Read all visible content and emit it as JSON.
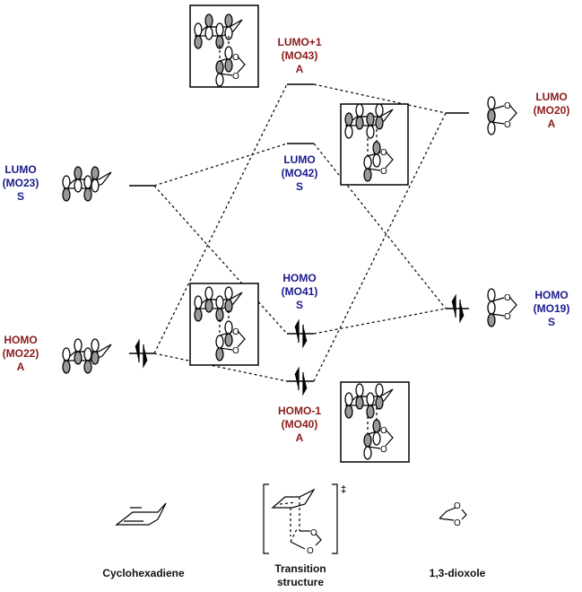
{
  "colors": {
    "antisymmetric": "#8b1a1a",
    "symmetric": "#1a1a8c"
  },
  "left": {
    "lumo": {
      "name": "LUMO",
      "mo": "(MO23)",
      "sym": "S"
    },
    "homo": {
      "name": "HOMO",
      "mo": "(MO22)",
      "sym": "A"
    }
  },
  "ts": {
    "lumo1": {
      "name": "LUMO+1",
      "mo": "(MO43)",
      "sym": "A"
    },
    "lumo": {
      "name": "LUMO",
      "mo": "(MO42)",
      "sym": "S"
    },
    "homo": {
      "name": "HOMO",
      "mo": "(MO41)",
      "sym": "S"
    },
    "homo1": {
      "name": "HOMO-1",
      "mo": "(MO40)",
      "sym": "A"
    }
  },
  "right": {
    "lumo": {
      "name": "LUMO",
      "mo": "(MO20)",
      "sym": "A"
    },
    "homo": {
      "name": "HOMO",
      "mo": "(MO19)",
      "sym": "S"
    }
  },
  "atom_label": "O",
  "ts_symbol": "‡",
  "captions": {
    "left": "Cyclohexadiene",
    "middle_1": "Transition",
    "middle_2": "structure",
    "right": "1,3-dioxole"
  }
}
